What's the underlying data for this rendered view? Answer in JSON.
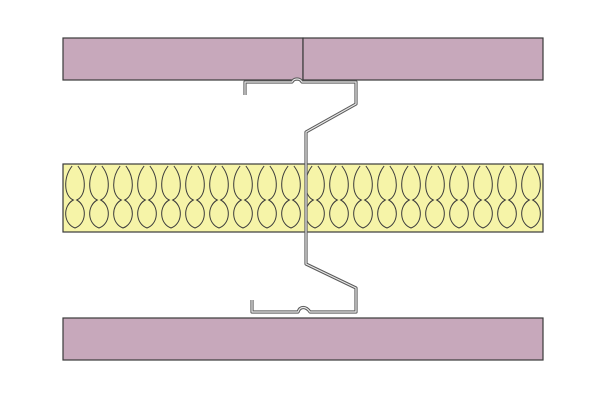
{
  "diagram": {
    "colors": {
      "background": "#ffffff",
      "board_fill": "#c7a8bb",
      "board_stroke": "#3a3a3a",
      "insulation_fill": "#f6f4a8",
      "insulation_stroke": "#3a3a3a",
      "stud_stroke": "#5a5a5a"
    },
    "layers": [
      {
        "name": "top-plasterboard-layer",
        "material": "plasterboard"
      },
      {
        "name": "steel-stud",
        "material": "steel"
      },
      {
        "name": "insulation-layer",
        "material": "mineral-wool"
      },
      {
        "name": "bottom-plasterboard-layer",
        "material": "plasterboard"
      }
    ]
  }
}
